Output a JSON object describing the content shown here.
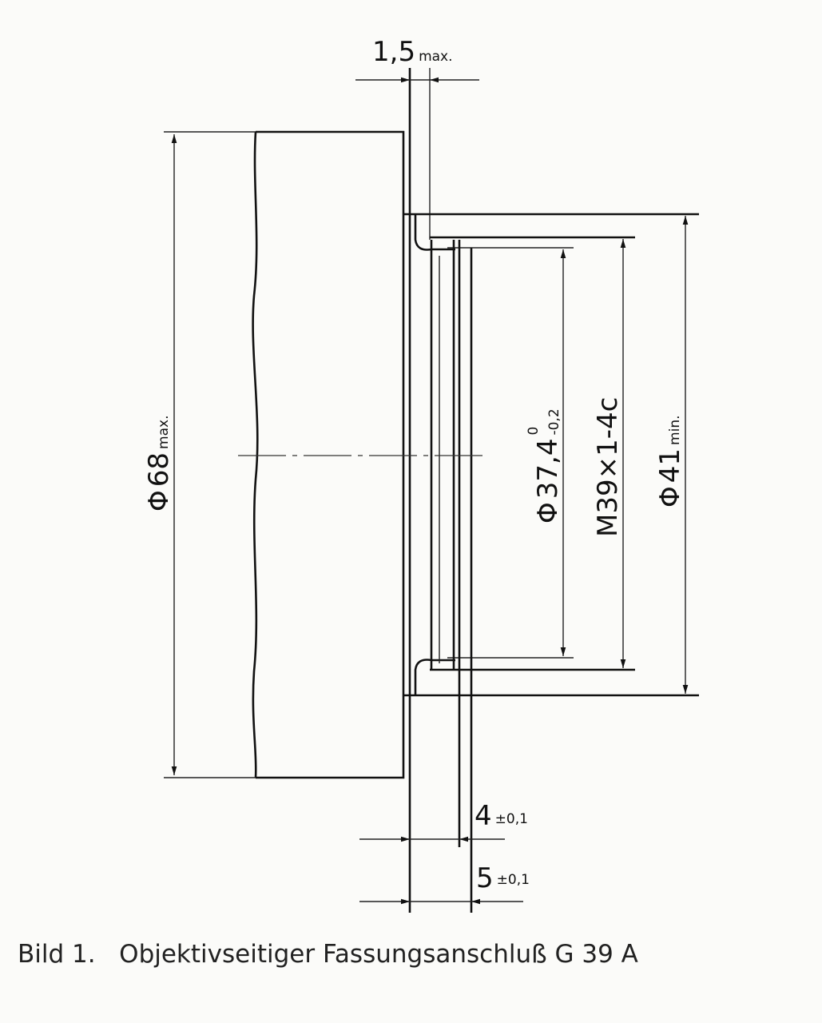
{
  "drawing": {
    "dim_flange": {
      "value": "1,5",
      "suffix": "max."
    },
    "dim_outer_diameter": {
      "symbol": "Φ",
      "value": "68",
      "suffix": "max."
    },
    "dim_inner_diameter": {
      "symbol": "Φ",
      "value": "37,4",
      "upper_tol": "0",
      "lower_tol": "-0,2"
    },
    "dim_thread": {
      "value": "M39×1-4c"
    },
    "dim_seat_diameter": {
      "symbol": "Φ",
      "value": "41",
      "suffix": "min."
    },
    "dim_length_4": {
      "value": "4",
      "tol": "±0,1"
    },
    "dim_length_5": {
      "value": "5",
      "tol": "±0,1"
    }
  },
  "caption": "Bild 1.   Objektivseitiger Fassungsanschluß G 39 A"
}
